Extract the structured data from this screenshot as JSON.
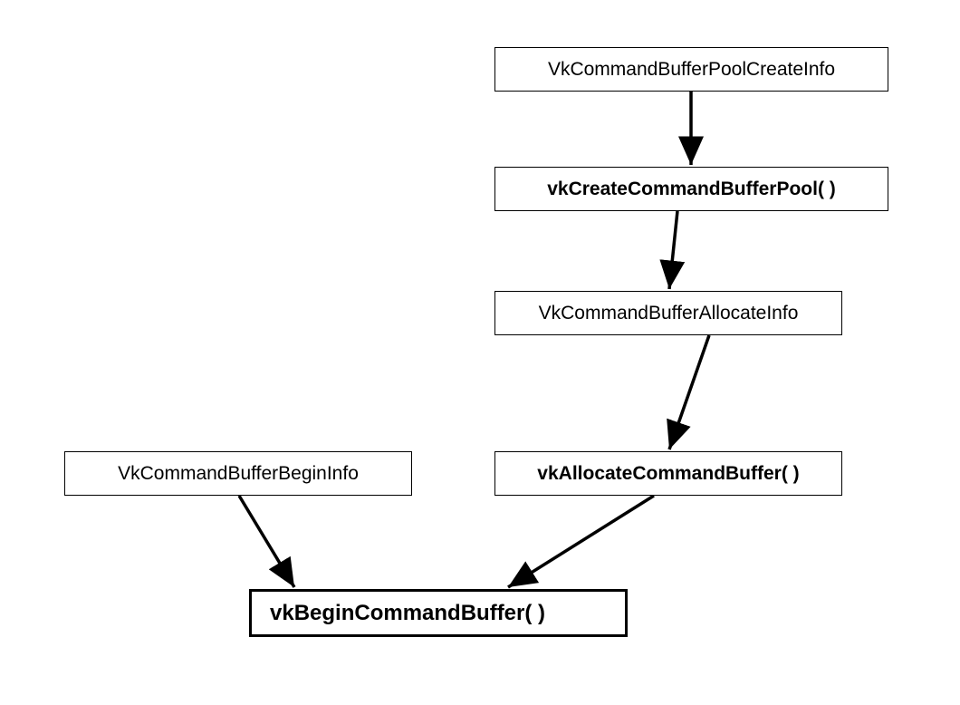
{
  "nodes": {
    "pool_create_info": "VkCommandBufferPoolCreateInfo",
    "create_pool": "vkCreateCommandBufferPool( )",
    "allocate_info": "VkCommandBufferAllocateInfo",
    "allocate_buffer": "vkAllocateCommandBuffer( )",
    "begin_info": "VkCommandBufferBeginInfo",
    "begin_buffer": "vkBeginCommandBuffer( )"
  },
  "edges": [
    {
      "from": "pool_create_info",
      "to": "create_pool"
    },
    {
      "from": "create_pool",
      "to": "allocate_info"
    },
    {
      "from": "allocate_info",
      "to": "allocate_buffer"
    },
    {
      "from": "allocate_buffer",
      "to": "begin_buffer"
    },
    {
      "from": "begin_info",
      "to": "begin_buffer"
    }
  ],
  "colors": {
    "stroke": "#000000",
    "background": "#ffffff"
  }
}
